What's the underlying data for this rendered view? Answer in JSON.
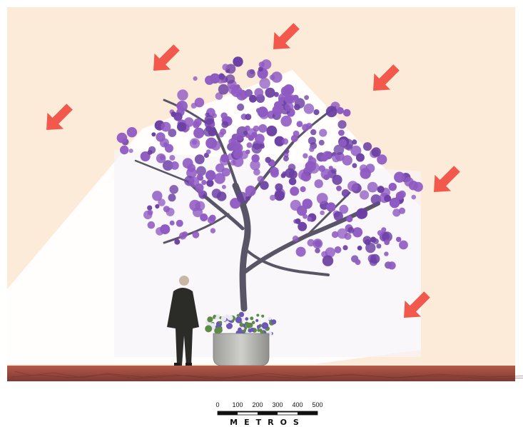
{
  "colors": {
    "background": "#fcebd8",
    "light_beam": "#ffffff",
    "arrow": "#f2584b",
    "canopy": "#8f5ac2",
    "canopy_dark": "#6b3fa3",
    "trunk": "#5a5566",
    "ground": "#9a4a3e",
    "planter": "#b9b9b5",
    "shrub": "#5d8a45",
    "shrub_flower": "#6a57b8",
    "person_coat": "#2b2b28"
  },
  "icons": {
    "sun_arrow": "arrow-down-left-icon",
    "tree": "jacaranda-tree-illustration",
    "person": "standing-person-silhouette",
    "planter": "concrete-planter"
  },
  "scale_bar": {
    "labels": [
      "0",
      "100",
      "200",
      "300",
      "400",
      "500"
    ],
    "unit": "METROS"
  }
}
